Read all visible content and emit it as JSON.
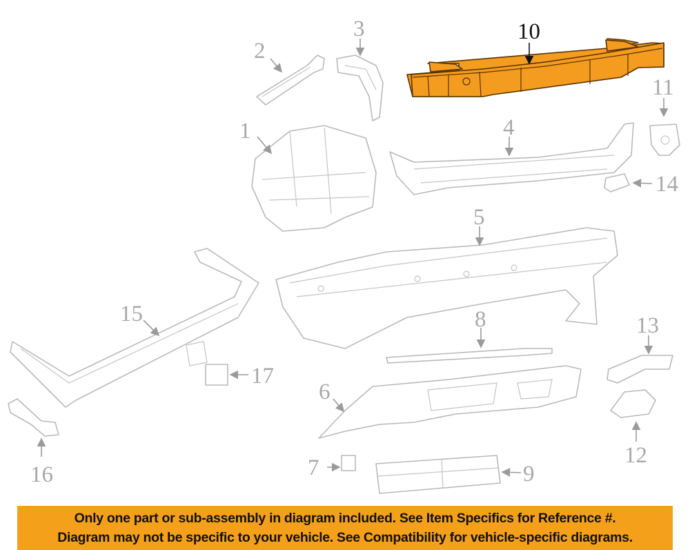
{
  "diagram": {
    "highlighted_part": "10",
    "highlight_color": "#f39c1f",
    "callouts": [
      "1",
      "2",
      "3",
      "4",
      "5",
      "6",
      "7",
      "8",
      "9",
      "10",
      "11",
      "12",
      "13",
      "14",
      "15",
      "16",
      "17"
    ]
  },
  "banner": {
    "line1": "Only one part or sub-assembly in diagram included. See Item Specifics for Reference #.",
    "line2": "Diagram may not be specific to your vehicle. See Compatibility for vehicle-specific diagrams.",
    "color": "#f5a01a"
  }
}
